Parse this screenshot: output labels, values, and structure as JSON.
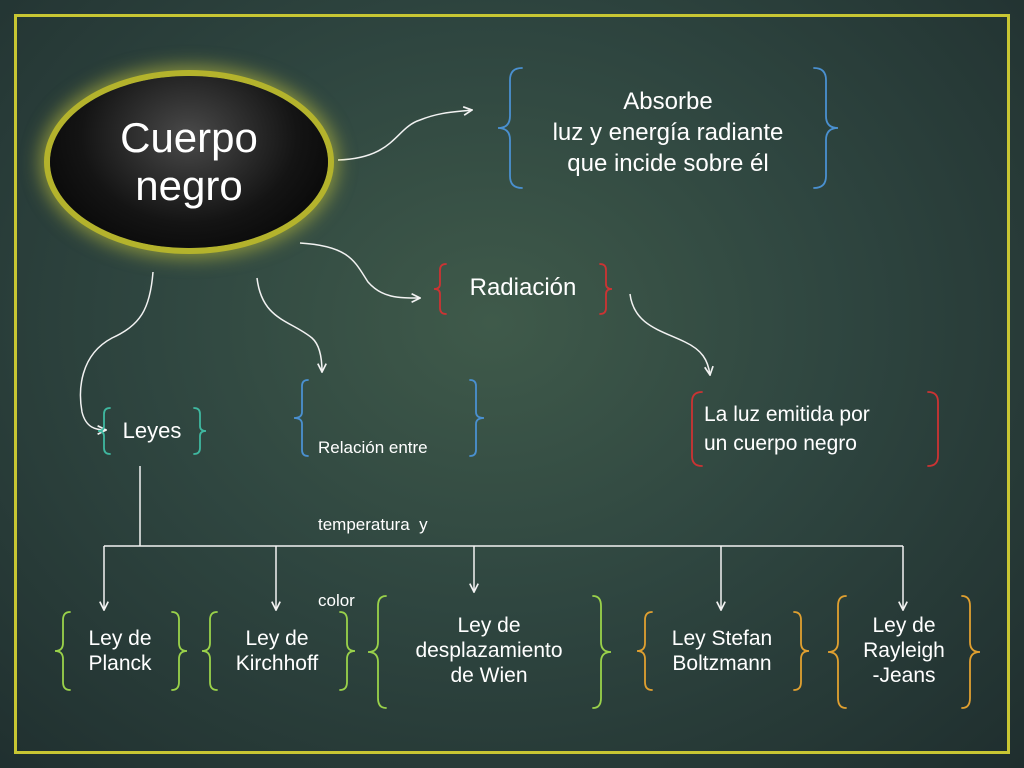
{
  "root": {
    "lines": [
      "Cuerpo",
      "negro"
    ]
  },
  "absorbe": {
    "lines": [
      "Absorbe",
      "luz y energía radiante",
      "que incide sobre él"
    ]
  },
  "radiacion": {
    "label": "Radiación"
  },
  "luz_emitida": {
    "lines": [
      "La luz emitida por",
      "un cuerpo negro"
    ]
  },
  "relacion": {
    "lines": [
      "Relación entre",
      "temperatura  y",
      "color"
    ]
  },
  "leyes": {
    "label": "Leyes"
  },
  "leaves": [
    {
      "lines": [
        "Ley de",
        "Planck"
      ]
    },
    {
      "lines": [
        "Ley de",
        "Kirchhoff"
      ]
    },
    {
      "lines": [
        "Ley de",
        "desplazamiento",
        "de Wien"
      ]
    },
    {
      "lines": [
        "Ley Stefan",
        "Boltzmann"
      ]
    },
    {
      "lines": [
        "Ley de",
        "Rayleigh",
        "-Jeans"
      ]
    }
  ],
  "colors": {
    "blue_brace": "#4a90d0",
    "red_brace": "#cc3333",
    "teal_brace": "#3fb8a0",
    "green_brace": "#9ad24a",
    "orange_brace": "#e0a030",
    "connector": "#f2f2f2",
    "frame": "#c8c633"
  }
}
